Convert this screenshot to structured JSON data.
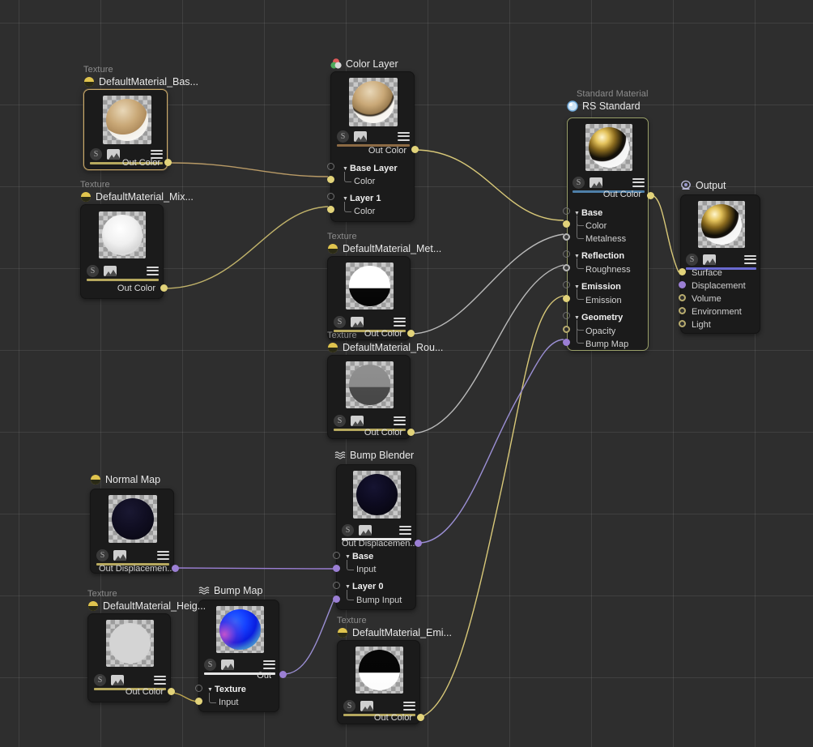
{
  "app": {
    "kind": "node-graph-editor",
    "background": "#2e2e2e",
    "grid_color": "#3f3f3f",
    "wire_colors": {
      "color": "#d8c878",
      "bump": "#9b8fd4",
      "gray": "#b9b9b9",
      "base": "#b89a66"
    }
  },
  "nodes": [
    {
      "id": "tex_base",
      "caption": "Texture",
      "title": "DefaultMaterial_Bas...",
      "icon": "texture-sphere-icon",
      "selected": true,
      "bar_color": "#b6a85e",
      "outputs": [
        {
          "label": "Out Color",
          "port": "yellow"
        }
      ],
      "inputs": []
    },
    {
      "id": "color_layer",
      "caption": "",
      "title": "Color Layer",
      "icon": "color-layer-icon",
      "selected": false,
      "bar_color": "#8c6a44",
      "outputs": [
        {
          "label": "Out Color",
          "port": "yellow"
        }
      ],
      "inputs": [
        {
          "label": "Base Layer",
          "type": "group",
          "port": "hollow"
        },
        {
          "label": "Color",
          "type": "sub",
          "port": "yellow"
        },
        {
          "label": "Layer 1",
          "type": "group",
          "port": "hollow"
        },
        {
          "label": "Color",
          "type": "sub",
          "port": "yellow"
        }
      ]
    },
    {
      "id": "rs_standard",
      "caption": "Standard Material",
      "title": "RS Standard",
      "icon": "rs-standard-sphere-icon",
      "selected": true,
      "bar_color": "#4e7fa8",
      "outputs": [
        {
          "label": "Out Color",
          "port": "yellow"
        }
      ],
      "inputs": [
        {
          "label": "Base",
          "type": "group",
          "port": "hollow"
        },
        {
          "label": "Color",
          "type": "sub",
          "port": "yellow"
        },
        {
          "label": "Metalness",
          "type": "sub",
          "port": "ring"
        },
        {
          "label": "Reflection",
          "type": "group",
          "port": "hollow"
        },
        {
          "label": "Roughness",
          "type": "sub",
          "port": "ring"
        },
        {
          "label": "Emission",
          "type": "group",
          "port": "hollow"
        },
        {
          "label": "Emission",
          "type": "sub",
          "port": "yellow"
        },
        {
          "label": "Geometry",
          "type": "group",
          "port": "hollow"
        },
        {
          "label": "Opacity",
          "type": "sub",
          "port": "outline-yellow"
        },
        {
          "label": "Bump Map",
          "type": "sub",
          "port": "purple"
        }
      ]
    },
    {
      "id": "output",
      "caption": "",
      "title": "Output",
      "icon": "output-icon",
      "selected": false,
      "bar_color": "#6a6ad0",
      "outputs": [],
      "inputs": [
        {
          "label": "Surface",
          "type": "item",
          "port": "yellow"
        },
        {
          "label": "Displacement",
          "type": "item",
          "port": "purple"
        },
        {
          "label": "Volume",
          "type": "item",
          "port": "outline-yellow"
        },
        {
          "label": "Environment",
          "type": "item",
          "port": "outline-yellow"
        },
        {
          "label": "Light",
          "type": "item",
          "port": "outline-yellow"
        }
      ]
    },
    {
      "id": "tex_mix",
      "caption": "Texture",
      "title": "DefaultMaterial_Mix...",
      "icon": "texture-sphere-icon",
      "selected": false,
      "bar_color": "#b6a85e",
      "outputs": [
        {
          "label": "Out Color",
          "port": "yellow"
        }
      ],
      "inputs": []
    },
    {
      "id": "tex_met",
      "caption": "Texture",
      "title": "DefaultMaterial_Met...",
      "icon": "texture-sphere-icon",
      "selected": false,
      "bar_color": "#b6a85e",
      "outputs": [
        {
          "label": "Out Color",
          "port": "yellow"
        }
      ],
      "inputs": []
    },
    {
      "id": "tex_rou",
      "caption": "Texture",
      "title": "DefaultMaterial_Rou...",
      "icon": "texture-sphere-icon",
      "selected": false,
      "bar_color": "#b6a85e",
      "outputs": [
        {
          "label": "Out Color",
          "port": "yellow"
        }
      ],
      "inputs": []
    },
    {
      "id": "normal_map",
      "caption": "",
      "title": "Normal Map",
      "icon": "texture-sphere-icon",
      "selected": false,
      "bar_color": "#b6a85e",
      "outputs": [
        {
          "label": "Out Displacemen...",
          "port": "purple"
        }
      ],
      "inputs": []
    },
    {
      "id": "bump_blender",
      "caption": "",
      "title": "Bump Blender",
      "icon": "bump-waves-icon",
      "selected": false,
      "bar_color": "#e6e6e6",
      "outputs": [
        {
          "label": "Out Displacemen...",
          "port": "purple"
        }
      ],
      "inputs": [
        {
          "label": "Base",
          "type": "group",
          "port": "hollow"
        },
        {
          "label": "Input",
          "type": "sub",
          "port": "purple"
        },
        {
          "label": "Layer 0",
          "type": "group",
          "port": "hollow"
        },
        {
          "label": "Bump Input",
          "type": "sub",
          "port": "purple"
        }
      ]
    },
    {
      "id": "bump_map",
      "caption": "",
      "title": "Bump Map",
      "icon": "bump-waves-icon",
      "selected": false,
      "bar_color": "#e6e6e6",
      "outputs": [
        {
          "label": "Out",
          "port": "purple"
        }
      ],
      "inputs": [
        {
          "label": "Texture",
          "type": "group",
          "port": "hollow"
        },
        {
          "label": "Input",
          "type": "sub",
          "port": "yellow"
        }
      ]
    },
    {
      "id": "tex_height",
      "caption": "Texture",
      "title": "DefaultMaterial_Heig...",
      "icon": "texture-sphere-icon",
      "selected": false,
      "bar_color": "#b6a85e",
      "outputs": [
        {
          "label": "Out Color",
          "port": "yellow"
        }
      ],
      "inputs": []
    },
    {
      "id": "tex_emi",
      "caption": "Texture",
      "title": "DefaultMaterial_Emi...",
      "icon": "texture-sphere-icon",
      "selected": false,
      "bar_color": "#b6a85e",
      "outputs": [
        {
          "label": "Out Color",
          "port": "yellow"
        }
      ],
      "inputs": []
    }
  ]
}
